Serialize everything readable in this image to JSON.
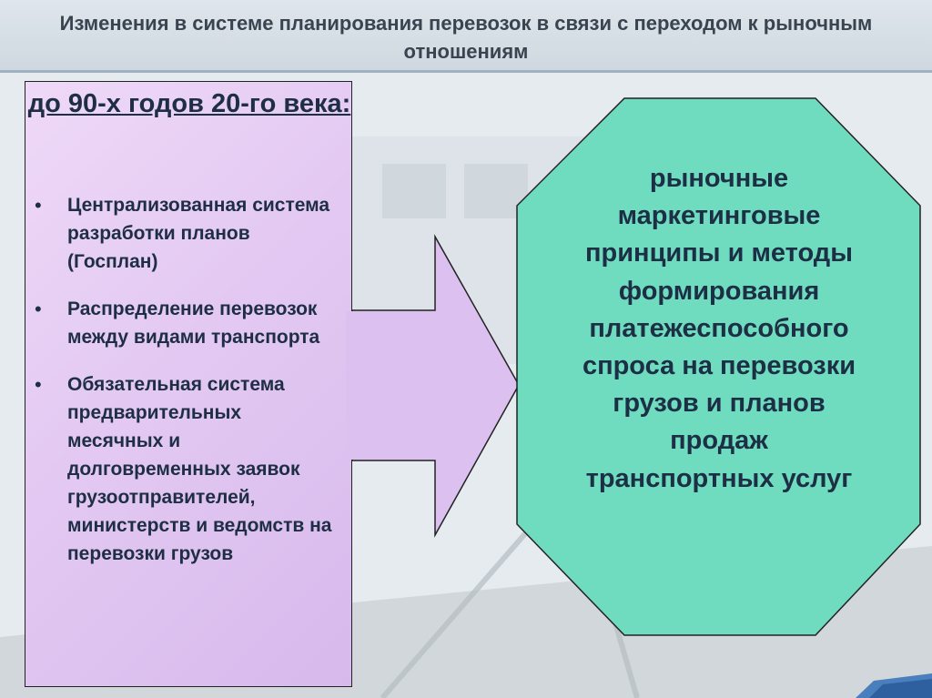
{
  "title": "Изменения в системе планирования перевозок в связи с переходом к рыночным отношениям",
  "left_panel": {
    "heading": "до 90-х годов 20-го века:",
    "items": [
      "Централизованная система разработки планов (Госплан)",
      "Распределение перевозок между видами транспорта",
      "Обязательная система предварительных месячных и долговременных заявок грузоотправителей, министерств и ведомств на перевозки грузов"
    ]
  },
  "right_panel": {
    "text": "рыночные маркетинговые принципы и методы формирования платежеспособного спроса на перевозки грузов и планов продаж транспортных услуг"
  },
  "colors": {
    "title_bar": "#cfd8e0",
    "title_text": "#3a4450",
    "left_panel_fill": "#e3c9f2",
    "arrow_fill": "#dcc0ef",
    "octagon_fill": "#6fdcc0",
    "text_dark": "#1e2e45"
  },
  "icons": {
    "bullet": "bullet-dot-icon"
  }
}
